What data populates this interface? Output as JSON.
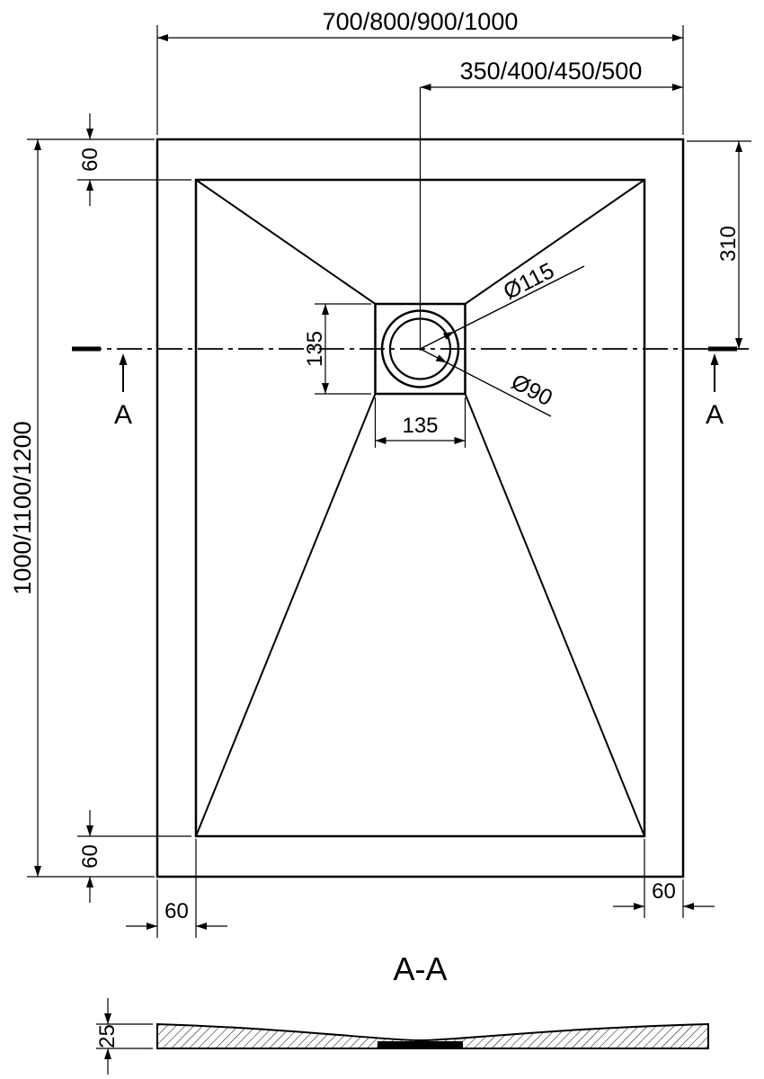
{
  "drawing": {
    "plan": {
      "dim_overall_width": "700/800/900/1000",
      "dim_drain_center_from_right": "350/400/450/500",
      "dim_overall_length": "1000/1100/1200",
      "dim_top_rim": "60",
      "dim_drain_center_from_top": "310",
      "dim_drain_square_height": "135",
      "dim_drain_square_width": "135",
      "dim_drain_flange_diameter": "Ø115",
      "dim_drain_hole_diameter": "Ø90",
      "dim_bottom_rim": "60",
      "dim_left_rim": "60",
      "dim_right_rim": "60",
      "section_marker_left": "A",
      "section_marker_right": "A"
    },
    "section": {
      "title": "A-A",
      "dim_thickness": "25"
    },
    "colors": {
      "line": "#000000",
      "background": "#ffffff"
    }
  }
}
